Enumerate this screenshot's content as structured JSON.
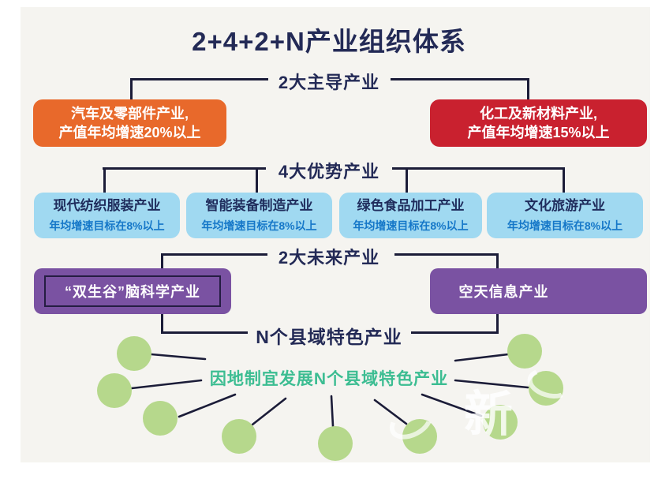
{
  "title": "2+4+2+N产业组织体系",
  "leading": {
    "label": "2大主导产业",
    "left": {
      "line1": "汽车及零部件产业,",
      "line2": "产值年均增速20%以上"
    },
    "right": {
      "line1": "化工及新材料产业,",
      "line2": "产值年均增速15%以上"
    }
  },
  "advantage": {
    "label": "4大优势产业",
    "items": [
      {
        "title": "现代纺织服装产业",
        "subtitle": "年均增速目标在8%以上"
      },
      {
        "title": "智能装备制造产业",
        "subtitle": "年均增速目标在8%以上"
      },
      {
        "title": "绿色食品加工产业",
        "subtitle": "年均增速目标在8%以上"
      },
      {
        "title": "文化旅游产业",
        "subtitle": "年均增速目标在8%以上"
      }
    ]
  },
  "future": {
    "label": "2大未来产业",
    "left": "“双生谷”脑科学产业",
    "right": "空天信息产业"
  },
  "county": {
    "label": "N个县域特色产业",
    "desc": "因地制宜发展N个县域特色产业"
  },
  "watermark": "新",
  "colors": {
    "background": "#F5F4F0",
    "navy_text": "#232A56",
    "connector_line": "#1B1C38",
    "orange_box": "#E8692B",
    "red_box": "#C9212F",
    "light_blue_box": "#A0D9F1",
    "blue_subtitle": "#1577C8",
    "purple_box": "#7A52A2",
    "green_text": "#3CBD92",
    "green_circle": "#B6D88C"
  }
}
